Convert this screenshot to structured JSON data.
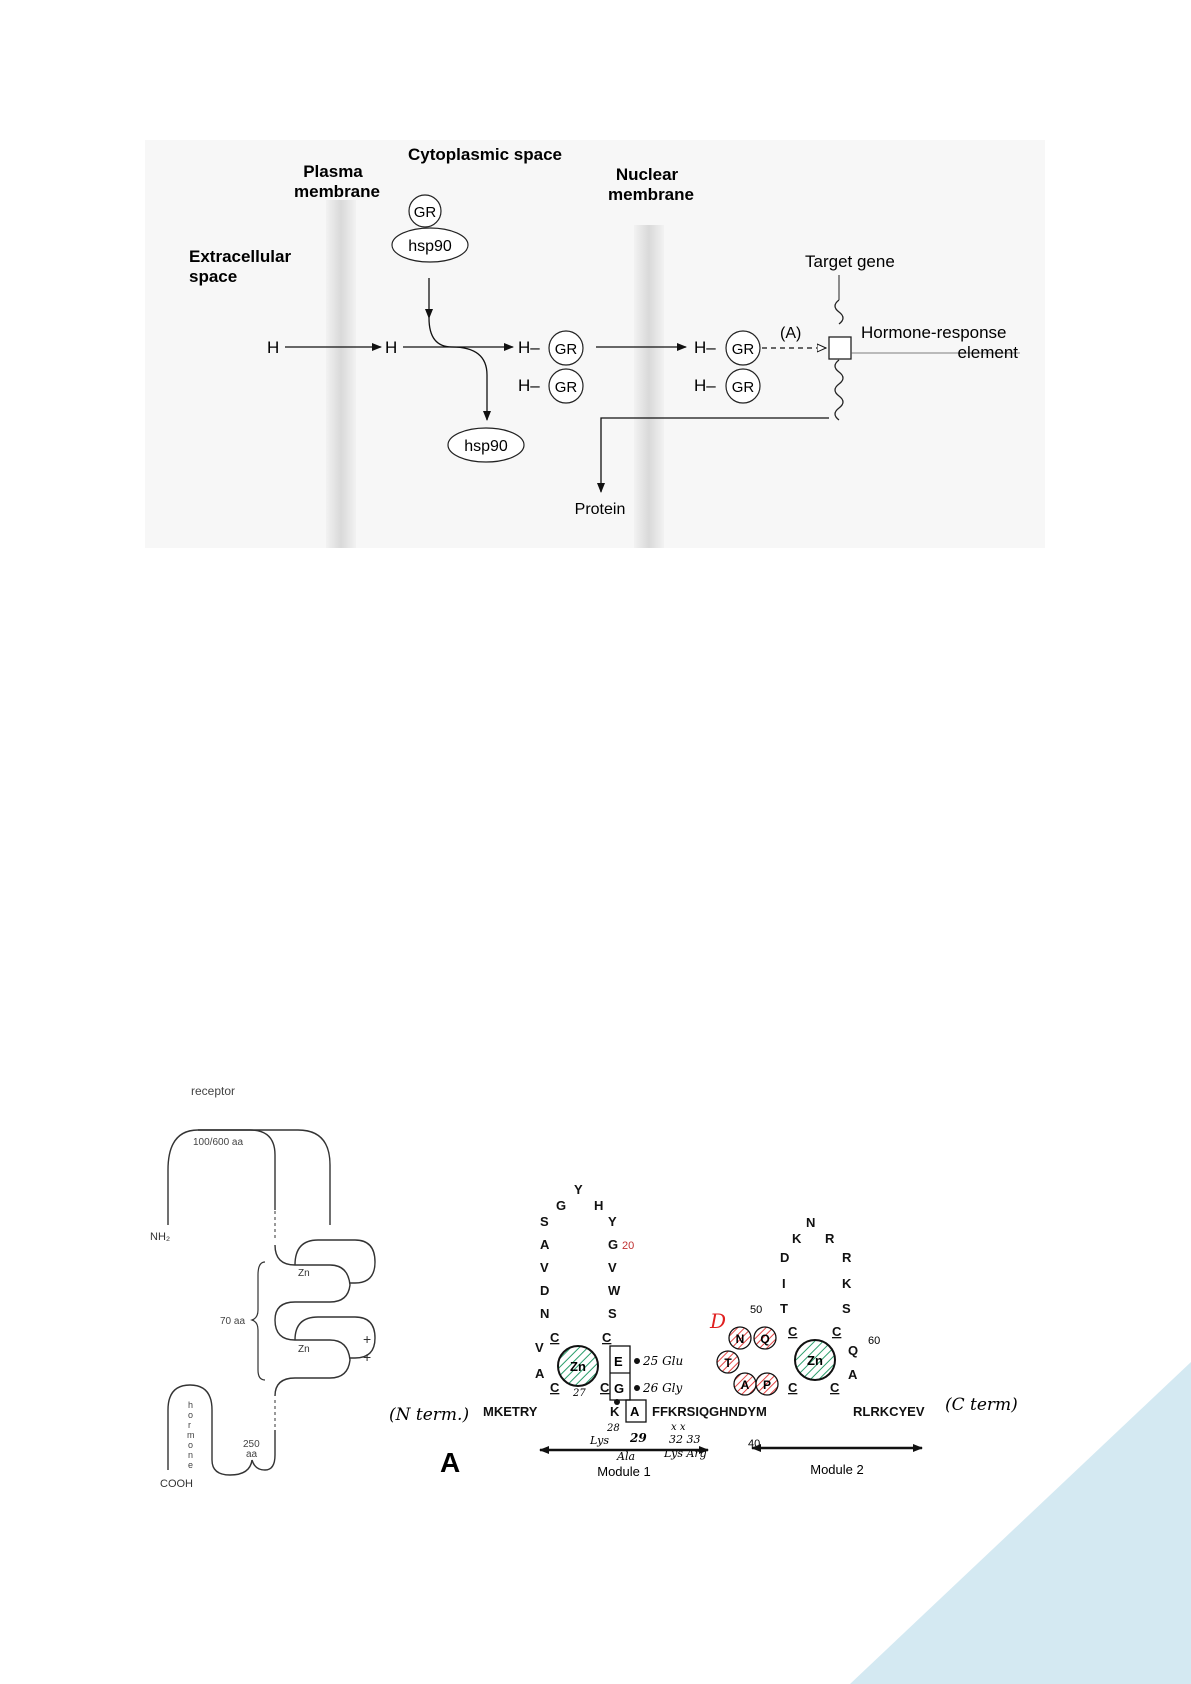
{
  "signaling": {
    "cytoplasmic_space": "Cytoplasmic space",
    "plasma_membrane": [
      "Plasma",
      "membrane"
    ],
    "nuclear_membrane": [
      "Nuclear",
      "membrane"
    ],
    "extracellular_space": [
      "Extracellular",
      "space"
    ],
    "gr": "GR",
    "hsp90": "hsp90",
    "hormone": "H",
    "hormone_dash": "H–",
    "target_gene": "Target gene",
    "hre": [
      "Hormone-response",
      "element"
    ],
    "pathway_label": "(A)",
    "protein": "Protein"
  },
  "receptor": {
    "title": "receptor",
    "nh2": "NH₂",
    "cooh": "COOH",
    "n_domain_len": "100/600 aa",
    "dbd_len": "70 aa",
    "hormone_domain": "hormone",
    "c_domain_len": [
      "250",
      "aa"
    ],
    "zn": "Zn",
    "plus": "+"
  },
  "dbd": {
    "n_seq": "MKETRY",
    "linker_seq": "FFKRSIQGHNDYM",
    "c_seq": "RLRKCYEV",
    "n_term": "(N term.)",
    "c_term": "(C term)",
    "panel": "A",
    "module1": "Module 1",
    "module2": "Module 2",
    "pos20": "20",
    "pos40": "40",
    "pos50": "50",
    "pos60": "60",
    "zn": "Zn",
    "box_e": "E",
    "box_g": "G",
    "box_a": "A",
    "k_res": "K",
    "loop1_left": [
      "S",
      "A",
      "V",
      "D",
      "N"
    ],
    "loop1_right": [
      "Y",
      "G",
      "V",
      "W",
      "S"
    ],
    "loop1_top": [
      "G",
      "Y",
      "H"
    ],
    "loop1_cys": [
      "C",
      "C",
      "C",
      "C"
    ],
    "v_res": "V",
    "a_res": "A",
    "loop2_left": [
      "D",
      "I",
      "T"
    ],
    "loop2_top": [
      "K",
      "N",
      "R"
    ],
    "loop2_right": [
      "R",
      "K",
      "S"
    ],
    "loop2_cys": [
      "C",
      "C",
      "C",
      "C"
    ],
    "q_res": "Q",
    "a2_res": "A",
    "circled": [
      "N",
      "Q",
      "T",
      "A",
      "P"
    ],
    "red_mark": "D",
    "anno_glu": "25 Glu",
    "anno_gly": "26 Gly",
    "anno_27": "27",
    "anno_28": "28",
    "anno_lys": "Lys",
    "anno_29": "29",
    "anno_ala": "Ala",
    "anno_3233": "32 33",
    "anno_lysarg": "Lys Arg",
    "anno_stars": "x x"
  }
}
